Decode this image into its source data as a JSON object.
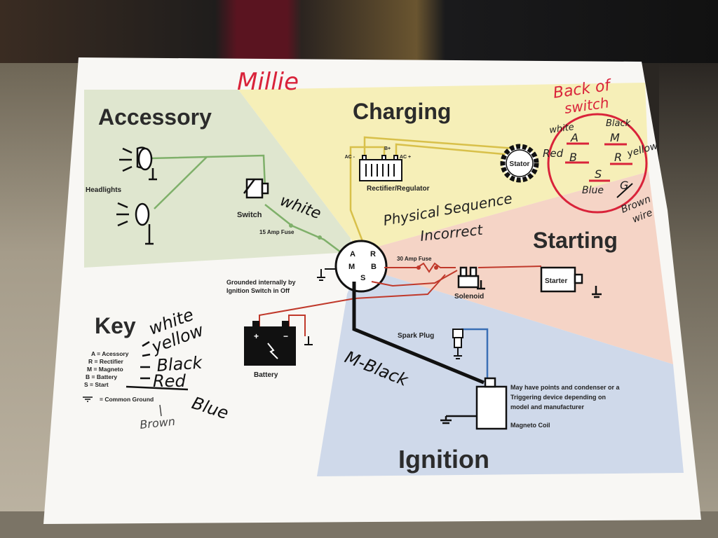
{
  "sections": {
    "accessory": "Accessory",
    "charging": "Charging",
    "starting": "Starting",
    "ignition": "Ignition",
    "key": "Key"
  },
  "labels": {
    "headlights": "Headlights",
    "switch": "Switch",
    "fuse15": "15 Amp Fuse",
    "rectifier": "Rectifier/Regulator",
    "ac_left": "AC -",
    "b_plus": "B+",
    "ac_right": "AC +",
    "stator": "Stator",
    "fuse30": "30 Amp Fuse",
    "solenoid": "Solenoid",
    "starter": "Starter",
    "grounded_line1": "Grounded internally by",
    "grounded_line2": "Ignition Switch  in Off",
    "battery": "Battery",
    "spark_plug": "Spark Plug",
    "magneto_coil": "Magneto Coil",
    "magneto_note_line1": "May have points and condenser or a",
    "magneto_note_line2": "Triggering device depending on",
    "magneto_note_line3": "model and manufacturer",
    "terminal_a": "A",
    "terminal_r": "R",
    "terminal_m": "M",
    "terminal_b": "B",
    "terminal_s": "S",
    "battery_plus": "+",
    "battery_minus": "−"
  },
  "key_legend": {
    "a": "A = Acessory",
    "r": "R = Rectifier",
    "m": "M = Magneto",
    "b": "B = Battery",
    "s": "S = Start",
    "ground": "= Common Ground"
  },
  "handwriting": {
    "millie": "Millie",
    "back_of_switch_1": "Back of",
    "back_of_switch_2": "switch",
    "white_top": "white",
    "black_top": "Black",
    "red": "Red",
    "yellow": "yellow",
    "blue": "Blue",
    "brown_wire_1": "Brown",
    "brown_wire_2": "wire",
    "circle_a": "A",
    "circle_m": "M",
    "circle_b": "B",
    "circle_r": "R",
    "circle_s": "S",
    "circle_g": "G",
    "switch_white": "white",
    "physical_1": "Physical Sequence",
    "physical_2": "Incorrect",
    "m_black": "M-Black",
    "key_white": "white",
    "key_yellow": "yellow",
    "key_black": "Black",
    "key_red": "Red",
    "key_blue": "Blue",
    "key_brown": "Brown"
  },
  "colors": {
    "accessory_bg": "#dfe6cf",
    "charging_bg": "#f6efb8",
    "starting_bg": "#f5d4c6",
    "ignition_bg": "#cfd9ea",
    "paper": "#f8f7f4",
    "wire_green": "#7fb06a",
    "wire_yellow": "#d8c04a",
    "wire_red": "#c0392b",
    "wire_blue": "#3a6fb5",
    "ink_red": "#d9233a",
    "ink_black": "#111111"
  }
}
